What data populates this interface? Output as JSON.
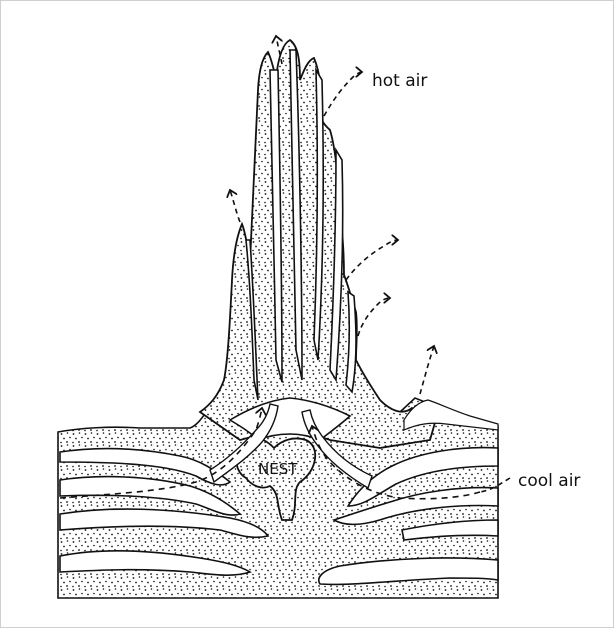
{
  "labels": {
    "hot_air": "hot air",
    "cool_air": "cool air",
    "nest": "NEST"
  },
  "colors": {
    "ink": "#111111",
    "paper": "#ffffff",
    "border": "#cfcfcf"
  }
}
